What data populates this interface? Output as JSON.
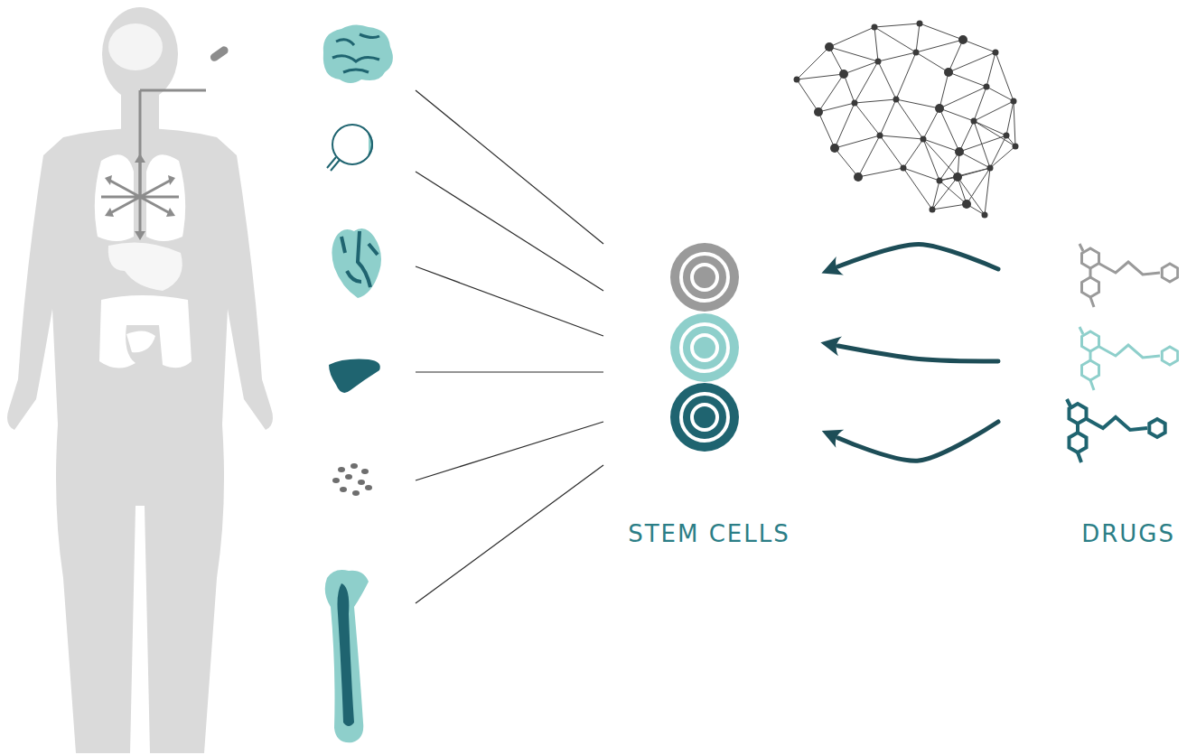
{
  "diagram": {
    "nodes": [
      {
        "text": [
          "STEM CELLS"
        ]
      },
      {
        "text": [
          "DRUGS"
        ]
      }
    ],
    "edges": [
      {
        "from": 1,
        "to": 0,
        "arrow": "to"
      },
      {
        "from": 1,
        "to": 0,
        "arrow": "to"
      },
      {
        "from": 1,
        "to": 0,
        "arrow": "to"
      }
    ]
  }
}
